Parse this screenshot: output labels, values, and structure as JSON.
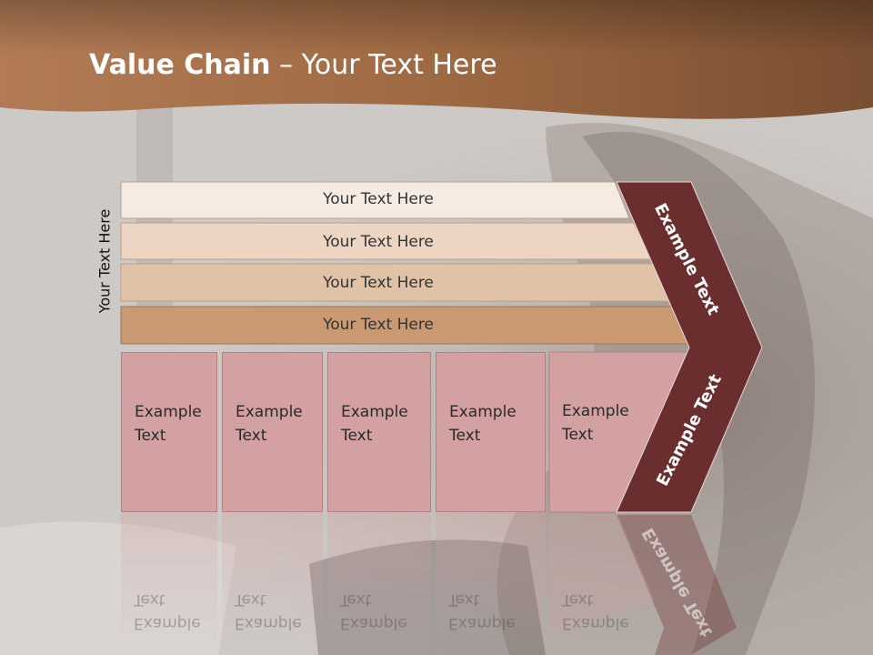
{
  "slide": {
    "title_bold": "Value Chain",
    "title_rest": " – Your Text Here",
    "side_label": "Your Text Here"
  },
  "bars": [
    {
      "label": "Your Text Here",
      "color": "#f5ebe3"
    },
    {
      "label": "Your Text Here",
      "color": "#ecd5c3"
    },
    {
      "label": "Your Text Here",
      "color": "#e0c3a6"
    },
    {
      "label": "Your Text Here",
      "color": "#c99a72"
    }
  ],
  "boxes": [
    {
      "line1": "Example",
      "line2": "Text"
    },
    {
      "line1": "Example",
      "line2": "Text"
    },
    {
      "line1": "Example",
      "line2": "Text"
    },
    {
      "line1": "Example",
      "line2": "Text"
    },
    {
      "line1": "Example",
      "line2": "Text"
    }
  ],
  "chevron": {
    "top_label": "Example Text",
    "bottom_label": "Example Text",
    "color": "#6b2e2e"
  },
  "colors": {
    "header": "#a8714a",
    "box": "#d3a1a1"
  }
}
